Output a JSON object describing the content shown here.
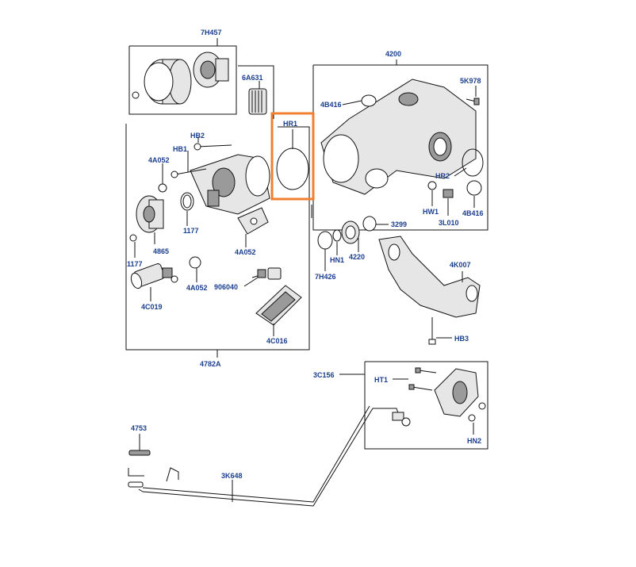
{
  "highlight_color": "#f08030",
  "label_color": "#1b3f8f",
  "labels": {
    "l7H457": "7H457",
    "l6A631": "6A631",
    "l4200": "4200",
    "l5K978": "5K978",
    "l4B416a": "4B416",
    "lHR1": "HR1",
    "lHB2": "HB2",
    "lHB1": "HB1",
    "l4A052a": "4A052",
    "l1177a": "1177",
    "l4865": "4865",
    "l1177b": "1177",
    "l4A052b": "4A052",
    "l4A052c": "4A052",
    "l906040": "906040",
    "l4C019": "4C019",
    "l4C016": "4C016",
    "l4782A": "4782A",
    "lHR2": "HR2",
    "lHW1": "HW1",
    "l3L010": "3L010",
    "l4B416b": "4B416",
    "l3299": "3299",
    "lHN1": "HN1",
    "l4220": "4220",
    "l7H426": "7H426",
    "l4K007": "4K007",
    "lHB3": "HB3",
    "l3C156": "3C156",
    "lHT1": "HT1",
    "lHN2": "HN2",
    "l4753": "4753",
    "l3K648": "3K648"
  }
}
